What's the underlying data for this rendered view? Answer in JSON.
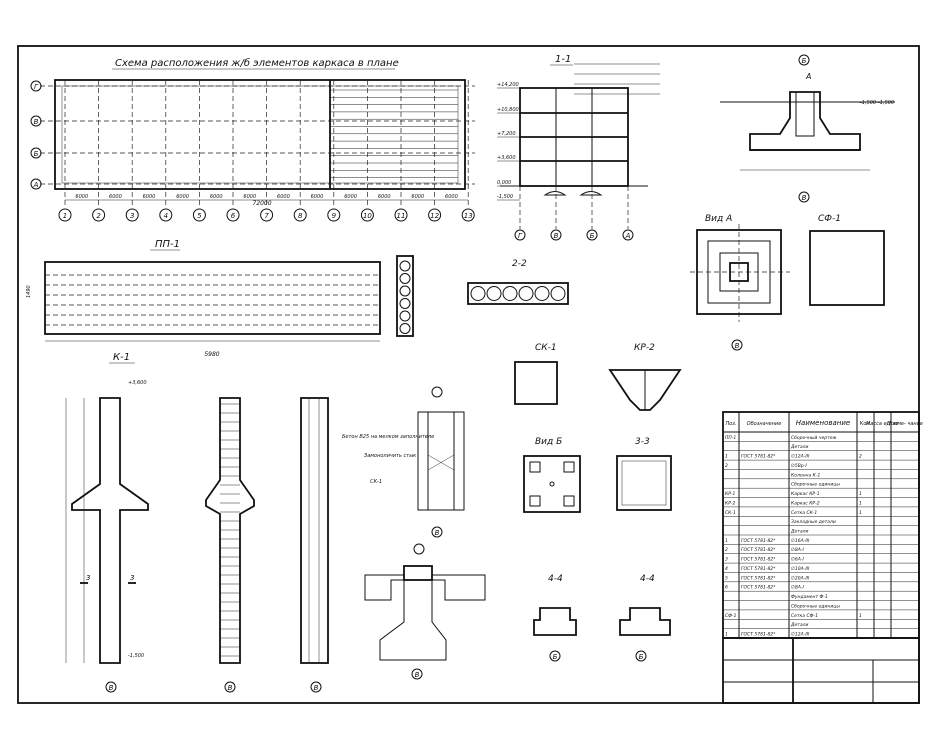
{
  "plan": {
    "title": "Схема расположения ж/б элементов каркаса в плане",
    "row_axes": [
      "Г",
      "В",
      "Б",
      "А"
    ],
    "col_axes": [
      "1",
      "2",
      "3",
      "4",
      "5",
      "6",
      "7",
      "8",
      "9",
      "10",
      "11",
      "12",
      "13"
    ],
    "dims": [
      "6000",
      "6000",
      "6000",
      "6000",
      "6000",
      "6000",
      "6000",
      "6000",
      "6000",
      "6000",
      "6000",
      "6000"
    ],
    "total_dim": "72000"
  },
  "section_11": {
    "title": "1-1",
    "axes": [
      "Г",
      "В",
      "Б",
      "А"
    ],
    "levels": [
      "+14,200",
      "+10,800",
      "+7,200",
      "+3,600",
      "0,000",
      "-1,500"
    ]
  },
  "pp1": {
    "title": "ПП-1",
    "length": "5980",
    "width": "1490"
  },
  "sec22": {
    "title": "2-2"
  },
  "k1": {
    "title": "К-1",
    "axis": "В",
    "section_label": "3",
    "levels": [
      "+3,600",
      "-1,500"
    ]
  },
  "node1": {
    "axis": "В",
    "notes": [
      "Бетон В25 на мелком заполнителе",
      "Замоноличить стык",
      "СК-1"
    ]
  },
  "node2": {
    "axis": "В"
  },
  "sk1": {
    "title": "СК-1"
  },
  "kr2": {
    "title": "КР-2"
  },
  "vid_b": {
    "title": "Вид Б"
  },
  "s33": {
    "title": "3-3"
  },
  "s44a": {
    "title": "4-4",
    "axis": "Б"
  },
  "s44b": {
    "title": "4-4",
    "axis": "Б"
  },
  "foundation": {
    "axis_top": "Б",
    "axis_bottom": "В",
    "view_mark": "А",
    "level": "-1,500"
  },
  "vid_a": {
    "title": "Вид А",
    "axis": "В"
  },
  "sf1": {
    "title": "СФ-1"
  },
  "spec": {
    "headers": [
      "Поз.",
      "Обозначение",
      "Наименование",
      "Кол.",
      "Масса ед. кг",
      "Приме- чание"
    ],
    "rows": [
      [
        "ПП-1",
        "",
        "Сборочный чертеж",
        "",
        "",
        ""
      ],
      [
        "",
        "",
        "Детали",
        "",
        "",
        ""
      ],
      [
        "1",
        "ГОСТ 5781-82*",
        "∅12А-III",
        "2",
        "",
        ""
      ],
      [
        "2",
        "",
        "∅5Вр-I",
        "",
        "",
        ""
      ],
      [
        "",
        "",
        "Колонна К-1",
        "",
        "",
        ""
      ],
      [
        "",
        "",
        "Сборочные единицы",
        "",
        "",
        ""
      ],
      [
        "КР-1",
        "",
        "Каркас КР-1",
        "1",
        "",
        ""
      ],
      [
        "КР-2",
        "",
        "Каркас КР-2",
        "1",
        "",
        ""
      ],
      [
        "СК-1",
        "",
        "Сетка СК-1",
        "1",
        "",
        ""
      ],
      [
        "",
        "",
        "Закладные детали",
        "",
        "",
        ""
      ],
      [
        "",
        "",
        "Детали",
        "",
        "",
        ""
      ],
      [
        "1",
        "ГОСТ 5781-82*",
        "∅16А-III",
        "",
        "",
        ""
      ],
      [
        "2",
        "ГОСТ 5781-82*",
        "∅8А-I",
        "",
        "",
        ""
      ],
      [
        "3",
        "ГОСТ 5781-82*",
        "∅6А-I",
        "",
        "",
        ""
      ],
      [
        "4",
        "ГОСТ 5781-82*",
        "∅10А-III",
        "",
        "",
        ""
      ],
      [
        "5",
        "ГОСТ 5781-82*",
        "∅20А-III",
        "",
        "",
        ""
      ],
      [
        "6",
        "ГОСТ 5781-82*",
        "∅8А-I",
        "",
        "",
        ""
      ],
      [
        "",
        "",
        "Фундамент Ф-1",
        "",
        "",
        ""
      ],
      [
        "",
        "",
        "Сборочные единицы",
        "",
        "",
        ""
      ],
      [
        "СФ-1",
        "",
        "Сетка СФ-1",
        "1",
        "",
        ""
      ],
      [
        "",
        "",
        "Детали",
        "",
        "",
        ""
      ],
      [
        "1",
        "ГОСТ 5781-82*",
        "∅12А-III",
        "",
        "",
        ""
      ]
    ]
  }
}
